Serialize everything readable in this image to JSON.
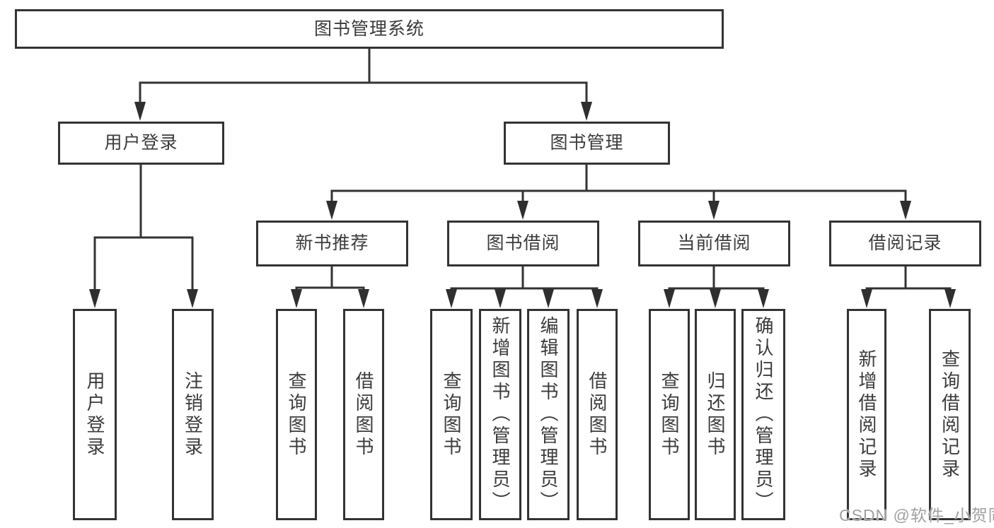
{
  "diagram": {
    "root": {
      "label": "图书管理系统"
    },
    "level2": {
      "user_login": {
        "label": "用户登录"
      },
      "book_mgmt": {
        "label": "图书管理"
      }
    },
    "level3": {
      "new_book": {
        "label": "新书推荐"
      },
      "book_borrow": {
        "label": "图书借阅"
      },
      "current_borrow": {
        "label": "当前借阅"
      },
      "borrow_record": {
        "label": "借阅记录"
      }
    },
    "leaves": {
      "user_login_leaf": "用户登录",
      "logout": "注销登录",
      "nb_query": "查询图书",
      "nb_borrow": "借阅图书",
      "bb_query": "查询图书",
      "bb_add": "新增图书（管理员）",
      "bb_edit": "编辑图书（管理员）",
      "bb_borrow": "借阅图书",
      "cb_query": "查询图书",
      "cb_return": "归还图书",
      "cb_confirm": "确认归还（管理员）",
      "br_add": "新增借阅记录",
      "br_query": "查询借阅记录"
    }
  },
  "watermark": {
    "text": "CSDN @软件_小贺同学"
  },
  "colors": {
    "line": "#333333",
    "text": "#3b3b3b",
    "watermark": "#a0a0a0",
    "background": "#ffffff"
  }
}
